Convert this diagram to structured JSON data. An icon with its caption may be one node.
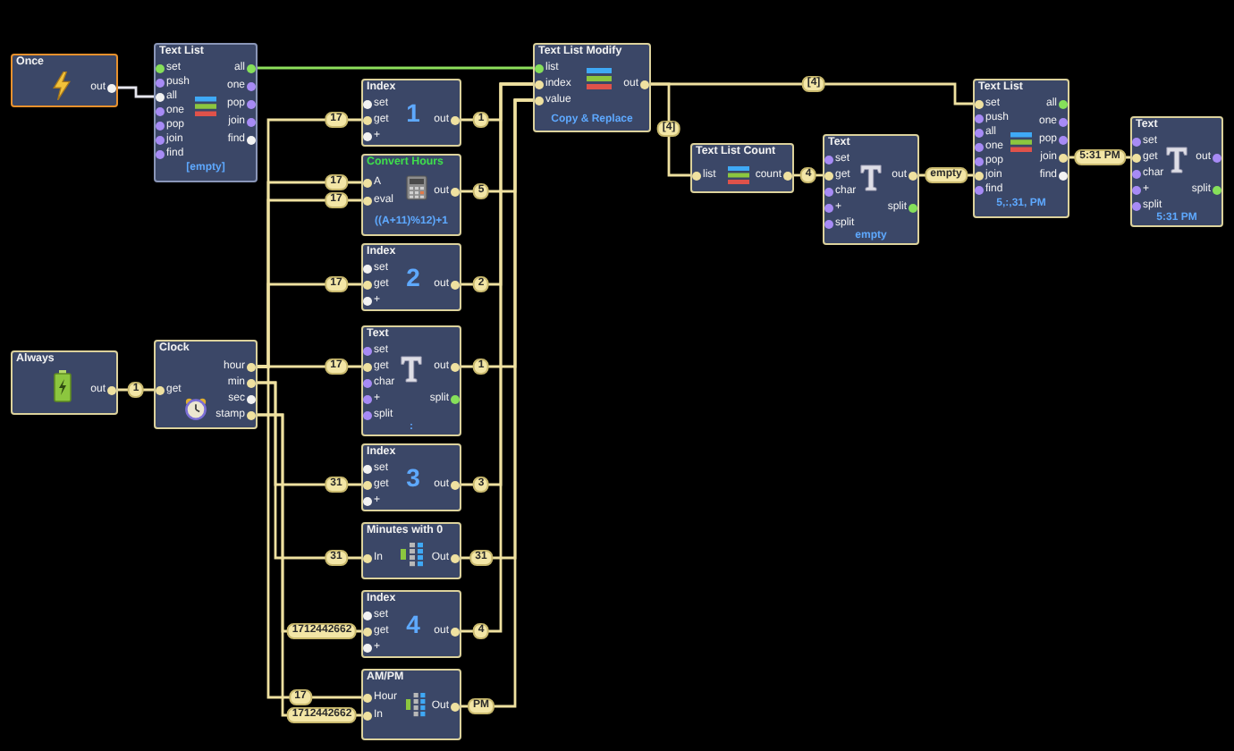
{
  "diagram": {
    "nodes": [
      {
        "text": [
          "Once",
          "out"
        ]
      },
      {
        "text": [
          "Always",
          "out"
        ]
      },
      {
        "text": [
          "Text List",
          "set",
          "push",
          "all",
          "one",
          "pop",
          "join",
          "find",
          "all",
          "one",
          "pop",
          "join",
          "find",
          "[empty]"
        ]
      },
      {
        "text": [
          "Clock",
          "get",
          "hour",
          "min",
          "sec",
          "stamp"
        ]
      },
      {
        "text": [
          "Index",
          "set",
          "get",
          "+",
          "1",
          "out"
        ]
      },
      {
        "text": [
          "Convert Hours",
          "A",
          "eval",
          "out",
          "((A+11)%12)+1"
        ]
      },
      {
        "text": [
          "Index",
          "set",
          "get",
          "+",
          "2",
          "out"
        ]
      },
      {
        "text": [
          "Text",
          "set",
          "get",
          "char",
          "+",
          "split",
          "out",
          "split",
          ":"
        ]
      },
      {
        "text": [
          "Index",
          "set",
          "get",
          "+",
          "3",
          "out"
        ]
      },
      {
        "text": [
          "Minutes with 0",
          "In",
          "Out"
        ]
      },
      {
        "text": [
          "Index",
          "set",
          "get",
          "+",
          "4",
          "out"
        ]
      },
      {
        "text": [
          "AM/PM",
          "Hour",
          "In",
          "Out"
        ]
      },
      {
        "text": [
          "Text List Modify",
          "list",
          "index",
          "value",
          "out",
          "Copy & Replace"
        ]
      },
      {
        "text": [
          "Text List Count",
          "list",
          "count"
        ]
      },
      {
        "text": [
          "Text",
          "set",
          "get",
          "char",
          "+",
          "split",
          "out",
          "split",
          "empty"
        ]
      },
      {
        "text": [
          "Text List",
          "set",
          "push",
          "all",
          "one",
          "pop",
          "join",
          "find",
          "all",
          "one",
          "pop",
          "join",
          "find",
          "5,:,31, PM"
        ]
      },
      {
        "text": [
          "Text",
          "set",
          "get",
          "char",
          "+",
          "split",
          "out",
          "split",
          "5:31 PM"
        ]
      }
    ],
    "edges": [
      {
        "from": 0,
        "to": 2,
        "arrow": "none",
        "color": "#e6e6ee"
      },
      {
        "from": 2,
        "to": 12,
        "arrow": "none",
        "color": "#8ee05c"
      },
      {
        "from": 1,
        "to": 3,
        "arrow": "none",
        "label": "1"
      },
      {
        "from": 3,
        "to": 4,
        "arrow": "none",
        "label": "17"
      },
      {
        "from": 3,
        "to": 5,
        "arrow": "none",
        "label": "17"
      },
      {
        "from": 3,
        "to": 5,
        "arrow": "none",
        "label": "17"
      },
      {
        "from": 3,
        "to": 6,
        "arrow": "none",
        "label": "17"
      },
      {
        "from": 3,
        "to": 7,
        "arrow": "none",
        "label": "17"
      },
      {
        "from": 3,
        "to": 8,
        "arrow": "none",
        "label": "31"
      },
      {
        "from": 3,
        "to": 9,
        "arrow": "none",
        "label": "31"
      },
      {
        "from": 3,
        "to": 10,
        "arrow": "none",
        "label": "1712442662"
      },
      {
        "from": 3,
        "to": 11,
        "arrow": "none",
        "label": "17"
      },
      {
        "from": 3,
        "to": 11,
        "arrow": "none",
        "label": "1712442662"
      },
      {
        "from": 4,
        "to": 12,
        "arrow": "none",
        "label": "1"
      },
      {
        "from": 5,
        "to": 12,
        "arrow": "none",
        "label": "5"
      },
      {
        "from": 6,
        "to": 12,
        "arrow": "none",
        "label": "2"
      },
      {
        "from": 7,
        "to": 12,
        "arrow": "none",
        "label": "1"
      },
      {
        "from": 8,
        "to": 12,
        "arrow": "none",
        "label": "3"
      },
      {
        "from": 9,
        "to": 12,
        "arrow": "none",
        "label": "31"
      },
      {
        "from": 10,
        "to": 12,
        "arrow": "none",
        "label": "4"
      },
      {
        "from": 11,
        "to": 12,
        "arrow": "none",
        "label": "PM"
      },
      {
        "from": 12,
        "to": 15,
        "arrow": "none",
        "label": "[4]"
      },
      {
        "from": 12,
        "to": 13,
        "arrow": "none",
        "label": "[4]"
      },
      {
        "from": 13,
        "to": 14,
        "arrow": "none",
        "label": "4"
      },
      {
        "from": 14,
        "to": 15,
        "arrow": "none",
        "label": "empty"
      },
      {
        "from": 15,
        "to": 16,
        "arrow": "none",
        "label": "5:31 PM"
      }
    ]
  }
}
